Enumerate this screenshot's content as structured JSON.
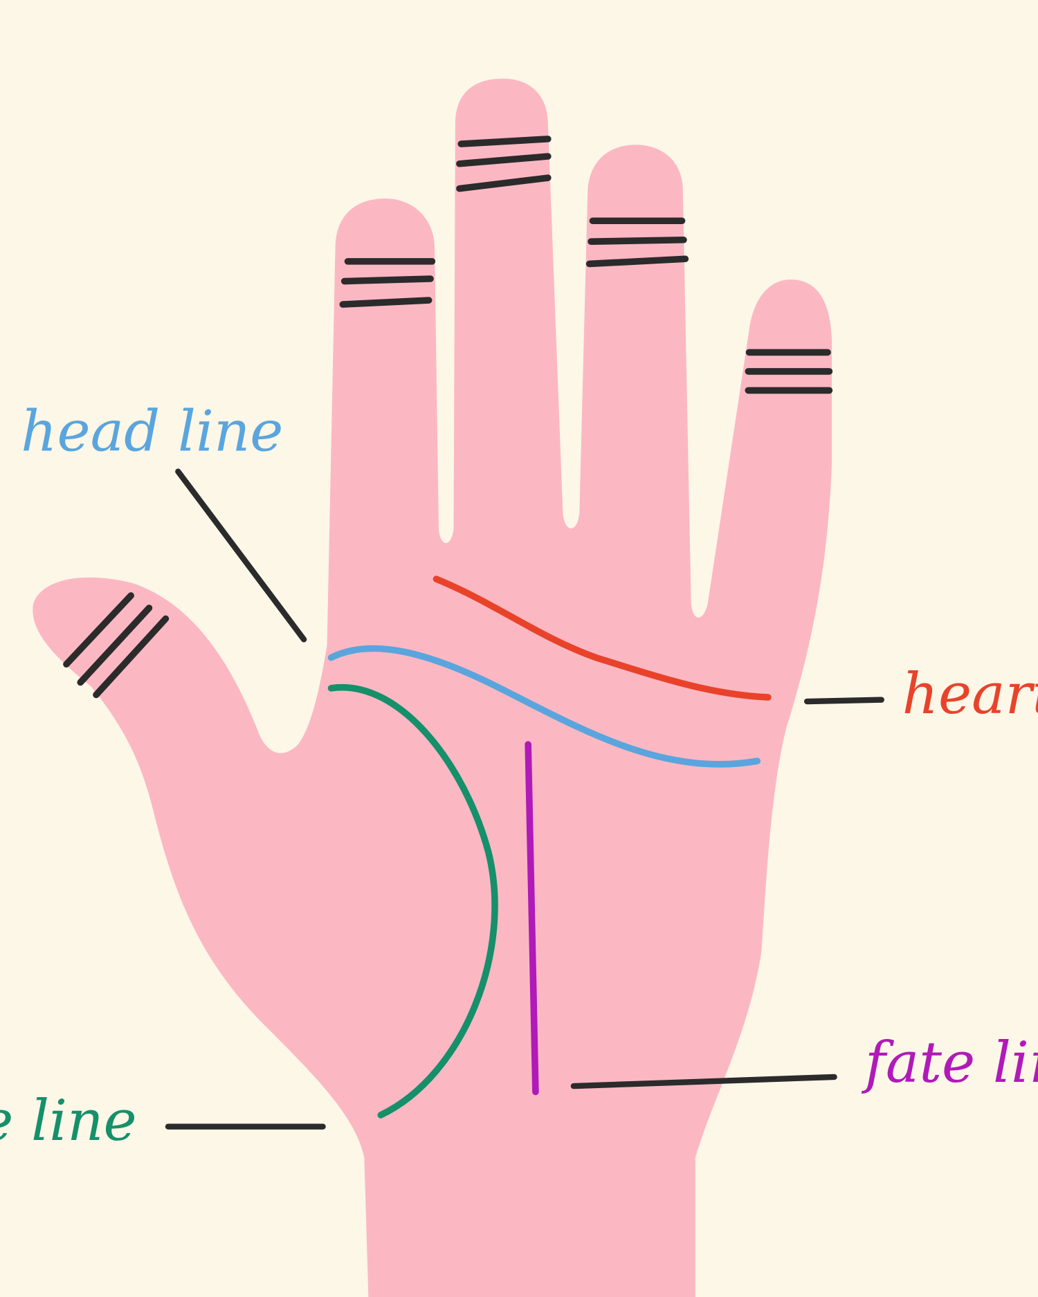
{
  "colors": {
    "background": "#fdf7e8",
    "skin": "#fbb8c3",
    "crease": "#2b2b2b",
    "heart": "#e8432a",
    "head": "#5aa5dd",
    "life": "#15906a",
    "fate": "#b01ab8"
  },
  "labels": {
    "head": "head line",
    "heart": "heart line",
    "fate": "fate line",
    "life": "life line"
  }
}
